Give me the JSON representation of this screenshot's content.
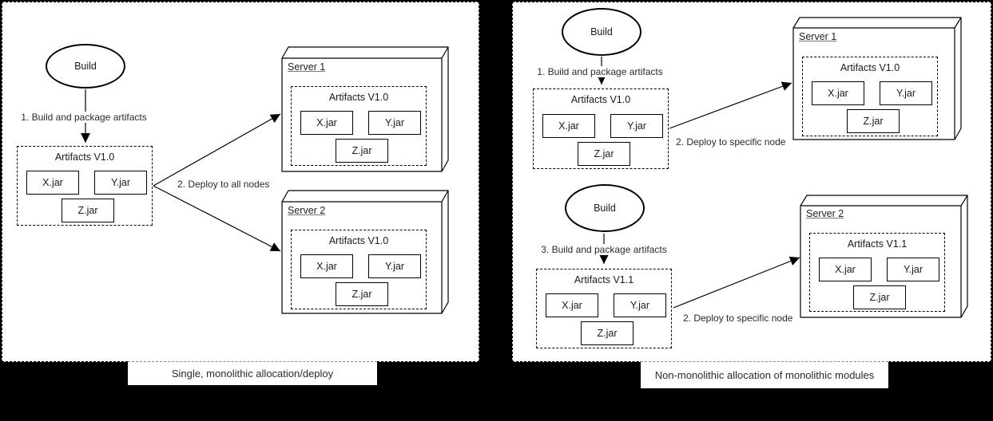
{
  "colors": {
    "page_background": "#000000",
    "panel_background": "#ffffff",
    "stroke": "#000000",
    "text": "#1a1a1a"
  },
  "left_panel": {
    "caption": "Single, monolithic allocation/deploy",
    "build_label": "Build",
    "step_label": "1. Build and package artifacts",
    "deploy_label": "2. Deploy to all nodes",
    "artifacts": {
      "title": "Artifacts V1.0",
      "jars": [
        "X.jar",
        "Y.jar",
        "Z.jar"
      ]
    },
    "server1": {
      "name": "Server 1",
      "artifacts": {
        "title": "Artifacts V1.0",
        "jars": [
          "X.jar",
          "Y.jar",
          "Z.jar"
        ]
      }
    },
    "server2": {
      "name": "Server 2",
      "artifacts": {
        "title": "Artifacts V1.0",
        "jars": [
          "X.jar",
          "Y.jar",
          "Z.jar"
        ]
      }
    }
  },
  "right_panel": {
    "caption": "Non-monolithic allocation of monolithic modules",
    "flow1": {
      "build_label": "Build",
      "step_label": "1. Build and package artifacts",
      "deploy_label": "2. Deploy to specific node",
      "artifacts": {
        "title": "Artifacts V1.0",
        "jars": [
          "X.jar",
          "Y.jar",
          "Z.jar"
        ]
      },
      "server": {
        "name": "Server 1",
        "artifacts": {
          "title": "Artifacts V1.0",
          "jars": [
            "X.jar",
            "Y.jar",
            "Z.jar"
          ]
        }
      }
    },
    "flow2": {
      "build_label": "Build",
      "step_label": "3. Build and package artifacts",
      "deploy_label": "2. Deploy to specific node",
      "artifacts": {
        "title": "Artifacts V1.1",
        "jars": [
          "X.jar",
          "Y.jar",
          "Z.jar"
        ]
      },
      "server": {
        "name": "Server 2",
        "artifacts": {
          "title": "Artifacts V1.1",
          "jars": [
            "X.jar",
            "Y.jar",
            "Z.jar"
          ]
        }
      }
    }
  }
}
